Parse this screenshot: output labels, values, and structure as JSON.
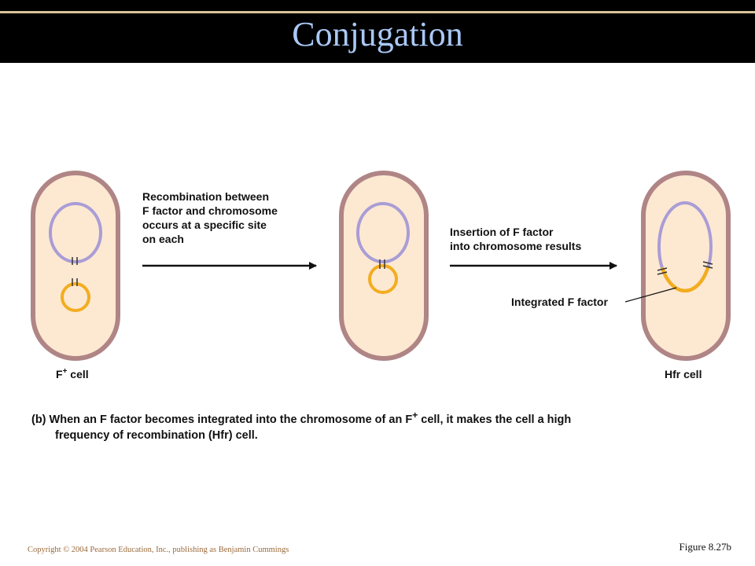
{
  "slide": {
    "title": "Conjugation",
    "caption_prefix": "(b)",
    "caption_line1_a": "When an F factor becomes integrated into the chromosome of an F",
    "caption_line1_sup": "+",
    "caption_line1_b": " cell, it makes the cell a high",
    "caption_line2": "frequency of recombination (Hfr) cell.",
    "copyright": "Copyright © 2004 Pearson Education, Inc., publishing as Benjamin Cummings",
    "figure_ref": "Figure 8.27b"
  },
  "diagram": {
    "step1_text": [
      "Recombination between",
      "F factor and chromosome",
      "occurs at a specific site",
      "on each"
    ],
    "step2_text": [
      "Insertion of F factor",
      "into chromosome results"
    ],
    "integrated_label": "Integrated F factor",
    "cell1_label_main": "F",
    "cell1_label_sup": "+",
    "cell1_label_tail": " cell",
    "cell3_label": "Hfr cell"
  },
  "colors": {
    "cell_wall": "#b08585",
    "cell_fill": "#fde8d2",
    "chromosome": "#a99dd6",
    "f_factor": "#f2ad1f",
    "title_text": "#a9c8f5",
    "title_bar": "#000000",
    "copyright_text": "#9a6a3a"
  }
}
